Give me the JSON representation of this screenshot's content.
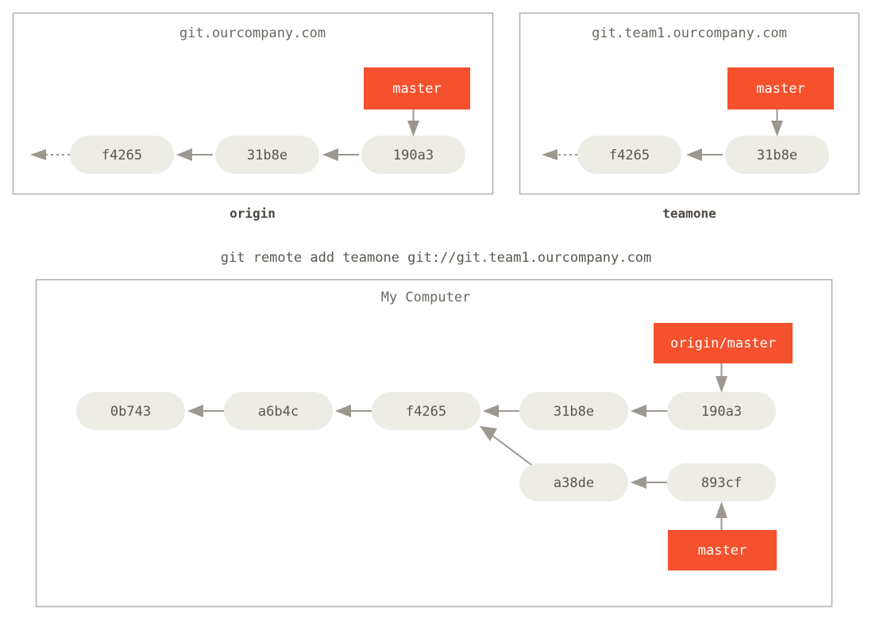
{
  "figure": {
    "title": "Git remote repositories diagram",
    "background": "#ffffff",
    "colors": {
      "ref_box": "#f4512c",
      "commit_node": "#edece5",
      "commit_text": "#5a564f",
      "panel_border": "#b5b2ac",
      "edge": "#9c9890",
      "ref_text": "#ffffff"
    }
  },
  "panels": {
    "origin": {
      "title": "git.ourcompany.com",
      "caption": "origin",
      "commits": [
        {
          "id": "f4265"
        },
        {
          "id": "31b8e"
        },
        {
          "id": "190a3"
        }
      ],
      "refs": [
        {
          "name": "master",
          "points_to": "190a3"
        }
      ],
      "has_truncation_arrow": true
    },
    "teamone": {
      "title": "git.team1.ourcompany.com",
      "caption": "teamone",
      "commits": [
        {
          "id": "f4265"
        },
        {
          "id": "31b8e"
        }
      ],
      "refs": [
        {
          "name": "master",
          "points_to": "31b8e"
        }
      ],
      "has_truncation_arrow": true
    },
    "my_computer": {
      "title": "My Computer",
      "caption": "",
      "commits_top_row": [
        {
          "id": "0b743"
        },
        {
          "id": "a6b4c"
        },
        {
          "id": "f4265"
        },
        {
          "id": "31b8e"
        },
        {
          "id": "190a3"
        }
      ],
      "commits_branch_row": [
        {
          "id": "a38de"
        },
        {
          "id": "893cf"
        }
      ],
      "refs": [
        {
          "name": "origin/master",
          "points_to": "190a3"
        },
        {
          "name": "master",
          "points_to": "893cf"
        }
      ],
      "has_truncation_arrow": false
    }
  },
  "command": {
    "text": "git remote add teamone git://git.team1.ourcompany.com"
  }
}
